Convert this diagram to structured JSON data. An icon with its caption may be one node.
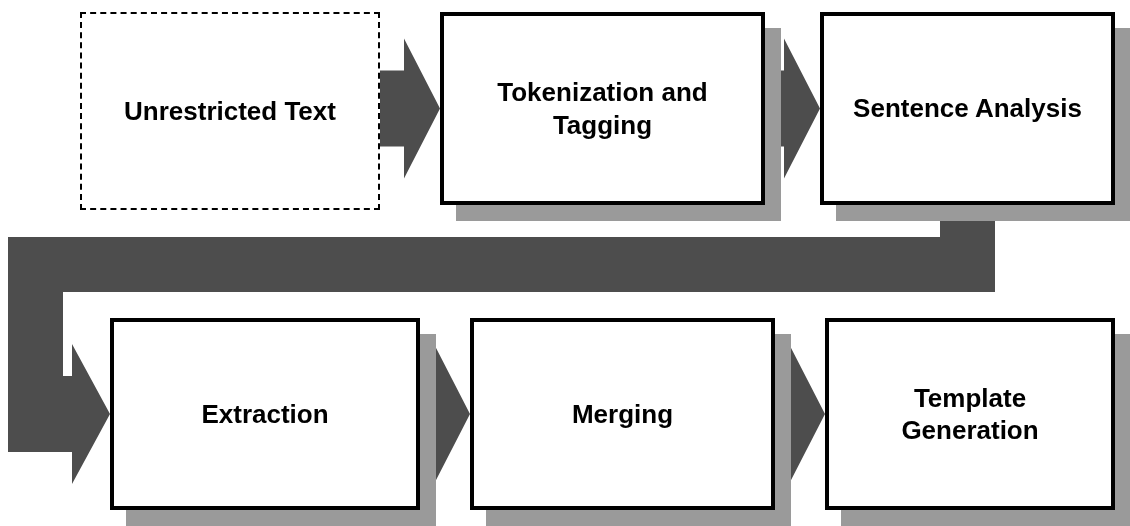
{
  "diagram": {
    "nodes": [
      {
        "text": [
          "Unrestricted Text"
        ]
      },
      {
        "text": [
          "Tokenization and Tagging"
        ]
      },
      {
        "text": [
          "Sentence Analysis"
        ]
      },
      {
        "text": [
          "Extraction"
        ]
      },
      {
        "text": [
          "Merging"
        ]
      },
      {
        "text": [
          "Template Generation"
        ]
      }
    ],
    "edges": [
      {
        "from": 0,
        "to": 1,
        "arrow": "to"
      },
      {
        "from": 1,
        "to": 2,
        "arrow": "to"
      },
      {
        "from": 2,
        "to": 3,
        "arrow": "to"
      },
      {
        "from": 3,
        "to": 4,
        "arrow": "to"
      },
      {
        "from": 4,
        "to": 5,
        "arrow": "to"
      }
    ]
  }
}
